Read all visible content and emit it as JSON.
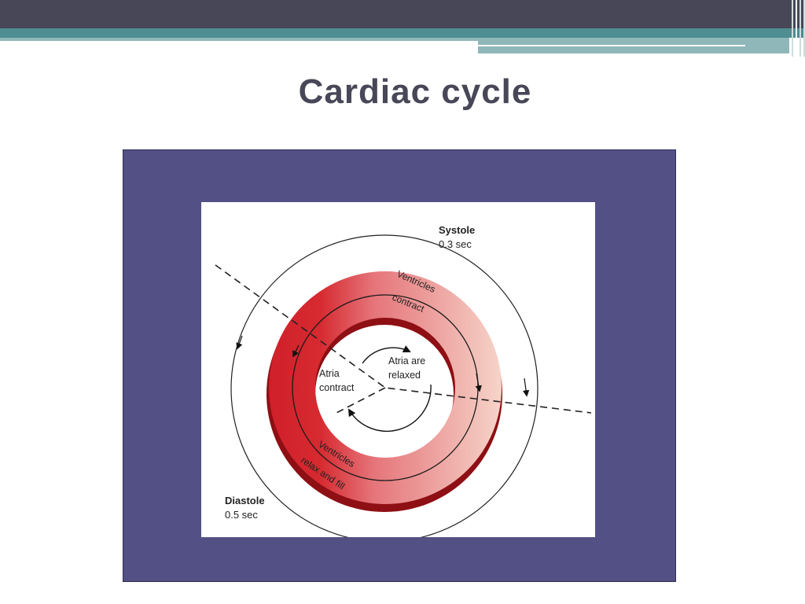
{
  "slide": {
    "title": "Cardiac cycle"
  },
  "diagram": {
    "systole_label": "Systole",
    "systole_time": "0.3 sec",
    "diastole_label": "Diastole",
    "diastole_time": "0.5 sec",
    "ventricles_contract_line1": "Ventricles",
    "ventricles_contract_line2": "contract",
    "ventricles_relax_line1": "Ventricles",
    "ventricles_relax_line2": "relax and fill",
    "atria_contract_line1": "Atria",
    "atria_contract_line2": "contract",
    "atria_relaxed_line1": "Atria are",
    "atria_relaxed_line2": "relaxed",
    "colors": {
      "ring_dark": "#d0202a",
      "ring_light": "#f4cbbf",
      "ring_edge": "#8e0f14",
      "frame": "#535085"
    }
  }
}
